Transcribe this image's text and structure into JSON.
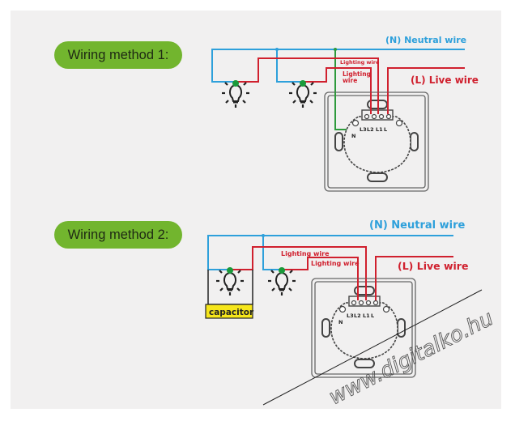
{
  "methods": [
    {
      "title": "Wiring method 1:",
      "neutral_label": "(N) Neutral wire",
      "live_label": "(L)  Live wire",
      "lighting_wire_labels": [
        "Lighting wire",
        "Lighting",
        "wire"
      ],
      "terminal_labels": [
        "L3",
        "L2",
        "L1",
        "L",
        "N"
      ],
      "capacitor": false
    },
    {
      "title": "Wiring method 2:",
      "neutral_label": "(N) Neutral wire",
      "live_label": "(L)  Live wire",
      "lighting_wire_labels": [
        "Lighting wire",
        "Lighting wire"
      ],
      "terminal_labels": [
        "L3",
        "L2",
        "L1",
        "L",
        "N"
      ],
      "capacitor": true,
      "capacitor_label": "capacitor"
    }
  ],
  "watermark": "www.digitalko.hu",
  "colors": {
    "neutral": "#2ea0db",
    "live": "#d0202e",
    "ground": "#2e9a3c",
    "pill": "#72b52e",
    "capacitor": "#f6e61b",
    "bulb_contact": "#1a9a3a",
    "switch_outline": "#555555"
  }
}
